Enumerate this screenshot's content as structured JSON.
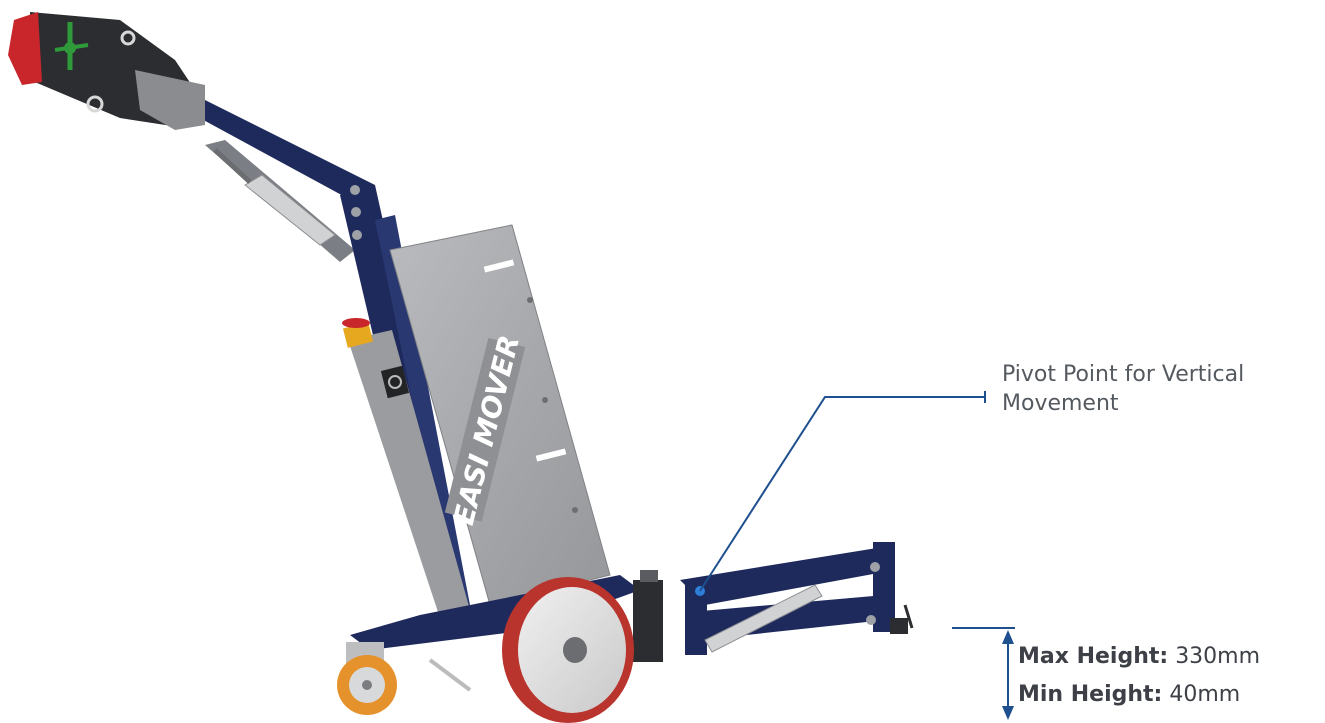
{
  "product": {
    "brand_text": "EASI MOVER"
  },
  "callout": {
    "pivot_label": "Pivot Point for Vertical Movement"
  },
  "specs": {
    "max_label": "Max Height:",
    "max_value": "330mm",
    "min_label": "Min Height:",
    "min_value": "40mm"
  },
  "colors": {
    "frame": "#1f2a5c",
    "panel": "#a8aaad",
    "wheel_tread": "#b8342d",
    "caster": "#e5922c",
    "callout_line": "#1e4f8f",
    "head_red": "#c8262b",
    "grip_green": "#2f9a3a"
  }
}
